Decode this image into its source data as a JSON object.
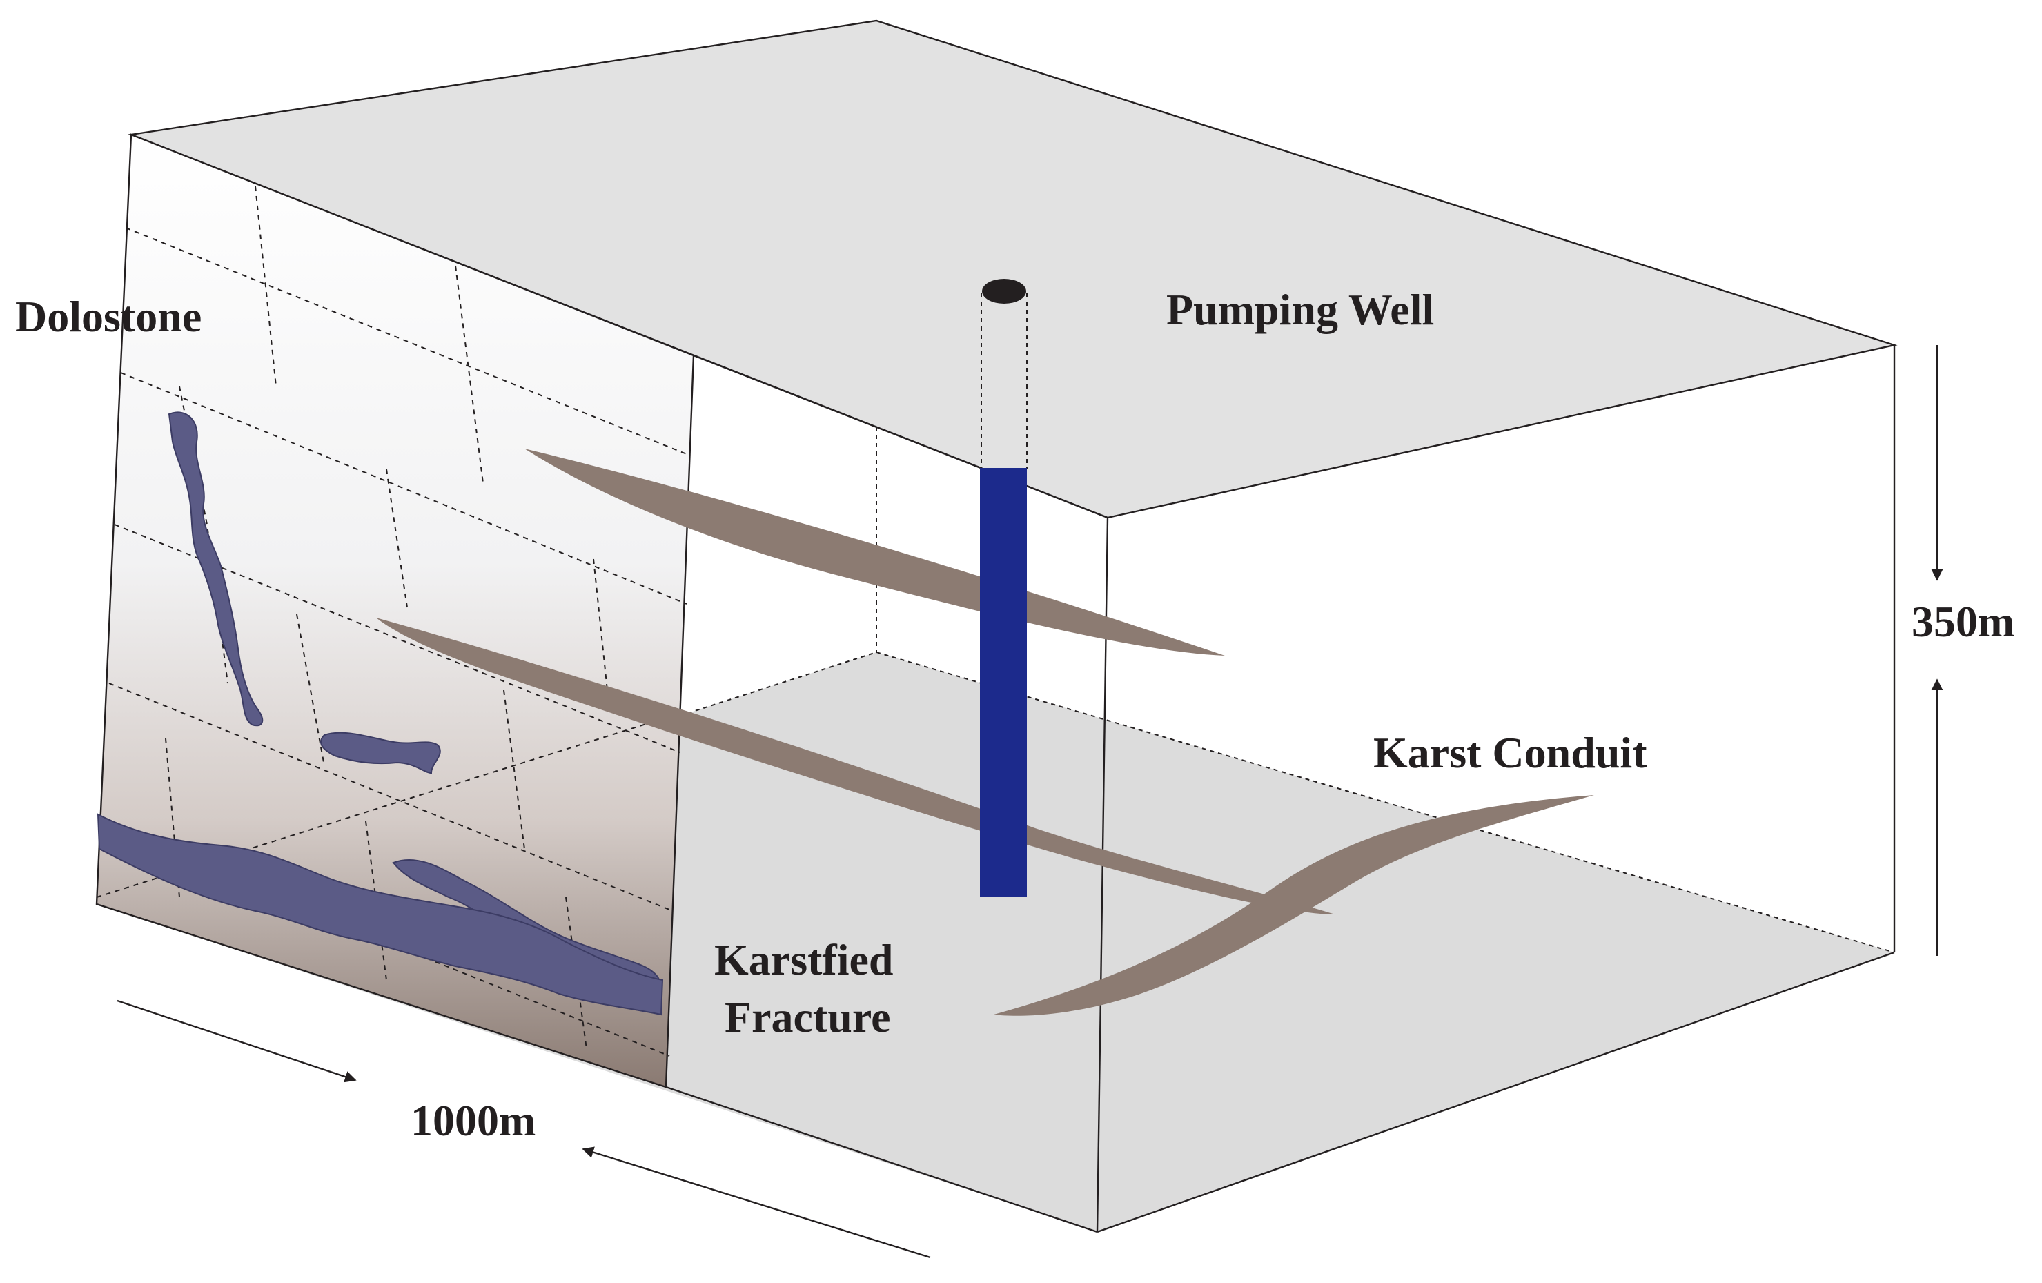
{
  "labels": {
    "dolostone": "Dolostone",
    "pumping_well": "Pumping Well",
    "karst_conduit": "Karst Conduit",
    "karstified_fracture_line1": "Karstfied",
    "karstified_fracture_line2": "Fracture",
    "height": "350m",
    "length": "1000m"
  },
  "colors": {
    "top_face": "#e2e2e2",
    "bottom_face": "#dcdcdc",
    "conduit": "#8c7b72",
    "well": "#1c2a8c",
    "cavity": "#5b5b86",
    "rock_dark": "#8a7a72",
    "line": "#231f20"
  }
}
